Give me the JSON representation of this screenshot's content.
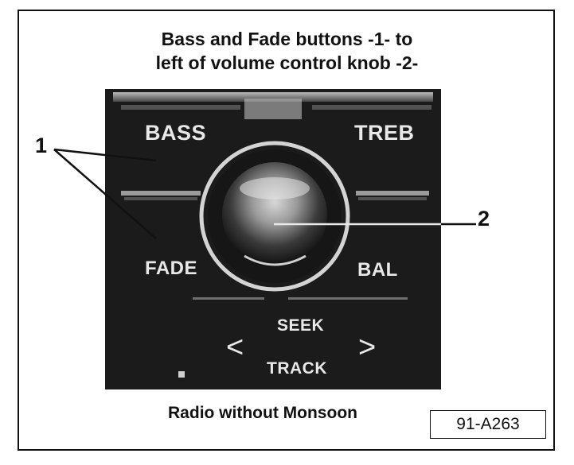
{
  "title_lines": [
    "Bass and Fade buttons -1- to",
    "left of volume control knob -2-"
  ],
  "radio_labels": {
    "bass": "BASS",
    "treble": "TREB",
    "fade": "FADE",
    "balance": "BAL",
    "seek": "SEEK",
    "track": "TRACK",
    "chevron_left": "<",
    "chevron_right": ">"
  },
  "callouts": {
    "one": "1",
    "two": "2"
  },
  "caption": "Radio without Monsoon",
  "reference_code": "91-A263",
  "colors": {
    "photo_background": "#1a1a1a",
    "label_text": "#e8e8e8",
    "line_art": "#111111"
  }
}
